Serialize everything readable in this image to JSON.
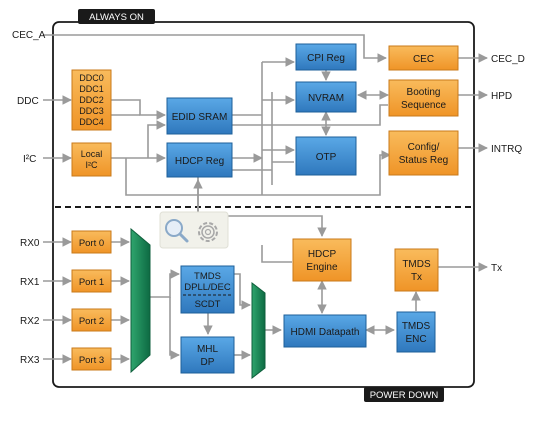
{
  "colors": {
    "orange": "#f5a33a",
    "orange_dark": "#c97a1a",
    "blue": "#3f8fd3",
    "blue_dark": "#1d5f99",
    "green": "#1f8a5a",
    "green_dark": "#0f5f3c",
    "line": "#9a9a9a",
    "frame": "#1a1a1a"
  },
  "tabs": {
    "always_on": "ALWAYS ON",
    "power_down": "POWER DOWN"
  },
  "ports": {
    "cec_a": "CEC_A",
    "ddc": "DDC",
    "i2c": "I²C",
    "rx0": "RX0",
    "rx1": "RX1",
    "rx2": "RX2",
    "rx3": "RX3",
    "cec_d": "CEC_D",
    "hpd": "HPD",
    "intrq": "INTRQ",
    "tx": "Tx"
  },
  "blocks": {
    "ddc_lines": [
      "DDC0",
      "DDC1",
      "DDC2",
      "DDC3",
      "DDC4"
    ],
    "local_i2c_lines": [
      "Local",
      "I²C"
    ],
    "edid_sram": "EDID SRAM",
    "hdcp_reg": "HDCP Reg",
    "cpi_reg": "CPI Reg",
    "nvram": "NVRAM",
    "otp": "OTP",
    "cec": "CEC",
    "booting_lines": [
      "Booting",
      "Sequence"
    ],
    "config_lines": [
      "Config/",
      "Status Reg"
    ],
    "port0": "Port 0",
    "port1": "Port 1",
    "port2": "Port 2",
    "port3": "Port 3",
    "tmds_dpll_lines": [
      "TMDS",
      "DPLL/DEC"
    ],
    "scdt": "SCDT",
    "mhl_lines": [
      "MHL",
      "DP"
    ],
    "hdcp_engine_lines": [
      "HDCP",
      "Engine"
    ],
    "hdmi_datapath": "HDMI Datapath",
    "tmds_tx_lines": [
      "TMDS",
      "Tx"
    ],
    "tmds_enc_lines": [
      "TMDS",
      "ENC"
    ]
  },
  "icons": {
    "search": "magnifier-icon",
    "settings": "gear-icon"
  }
}
